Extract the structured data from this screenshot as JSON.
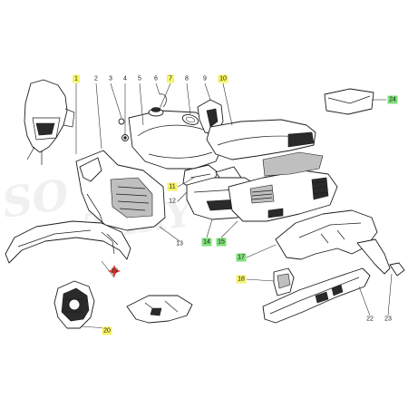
{
  "diagram": {
    "highlight_colors": {
      "yellow": "#f6f36a",
      "green": "#7fe07a",
      "red": "#e8372f"
    },
    "callouts": [
      {
        "id": "1",
        "label": "1",
        "highlight": "yellow"
      },
      {
        "id": "2",
        "label": "2",
        "highlight": "none"
      },
      {
        "id": "3",
        "label": "3",
        "highlight": "none"
      },
      {
        "id": "4",
        "label": "4",
        "highlight": "none"
      },
      {
        "id": "5",
        "label": "5",
        "highlight": "none"
      },
      {
        "id": "6",
        "label": "6",
        "highlight": "none"
      },
      {
        "id": "7",
        "label": "7",
        "highlight": "yellow"
      },
      {
        "id": "8",
        "label": "8",
        "highlight": "none"
      },
      {
        "id": "9",
        "label": "9",
        "highlight": "none"
      },
      {
        "id": "10",
        "label": "10",
        "highlight": "yellow"
      },
      {
        "id": "11",
        "label": "11",
        "highlight": "yellow"
      },
      {
        "id": "12",
        "label": "12",
        "highlight": "none"
      },
      {
        "id": "13",
        "label": "13",
        "highlight": "none"
      },
      {
        "id": "14",
        "label": "14",
        "highlight": "green"
      },
      {
        "id": "15",
        "label": "15",
        "highlight": "green"
      },
      {
        "id": "17",
        "label": "17",
        "highlight": "green"
      },
      {
        "id": "18",
        "label": "18",
        "highlight": "yellow"
      },
      {
        "id": "19",
        "label": "19",
        "highlight": "red"
      },
      {
        "id": "20",
        "label": "20",
        "highlight": "yellow"
      },
      {
        "id": "22",
        "label": "22",
        "highlight": "none"
      },
      {
        "id": "23",
        "label": "23",
        "highlight": "none"
      },
      {
        "id": "24",
        "label": "24",
        "highlight": "green"
      }
    ]
  }
}
